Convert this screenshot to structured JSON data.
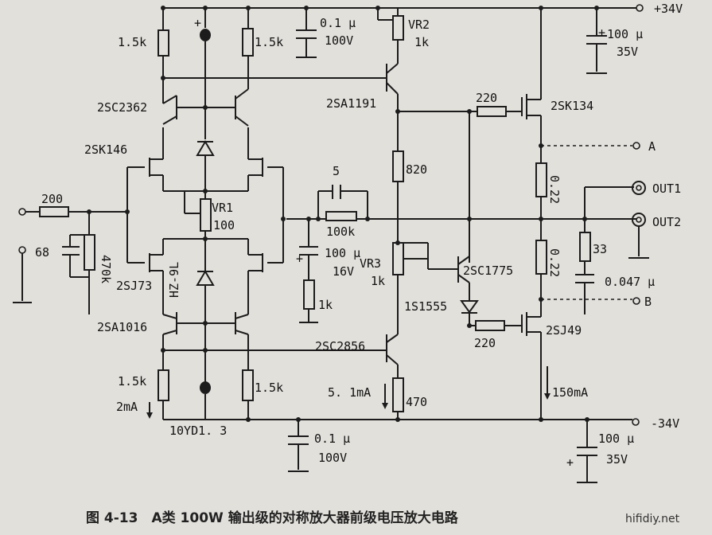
{
  "labels": {
    "supply_pos": "+34V",
    "supply_neg": "-34V",
    "r_top_left": "1.5k",
    "r_top_mid": "1.5k",
    "cap_top_value": "0.1 μ",
    "cap_top_voltage": "100V",
    "vr2_name": "VR2",
    "vr2_value": "1k",
    "cap_top_right_value": "100 μ",
    "cap_top_right_voltage": "35V",
    "q_2sc2362": "2SC2362",
    "q_2sa1191": "2SA1191",
    "r_220_top": "220",
    "q_2sk134": "2SK134",
    "q_2sk146": "2SK146",
    "node_a": "A",
    "r_820": "820",
    "r_022_top": "0.22",
    "out1": "OUT1",
    "cap_5": "5",
    "r_in": "200",
    "vr1_name": "VR1",
    "vr1_value": "100",
    "r_100k": "100k",
    "out2": "OUT2",
    "c_68": "68",
    "r_470k": "470k",
    "cap_mid_value": "100 μ",
    "cap_mid_voltage": "16V",
    "vr3_name": "VR3",
    "vr3_value": "1k",
    "q_2sc1775": "2SC1775",
    "r_022_bot": "0.22",
    "r_33": "33",
    "c_0047": "0.047 μ",
    "q_2sj73": "2SJ73",
    "zener": "HZ-9L",
    "r_1k": "1k",
    "d_1s1555": "1S1555",
    "node_b": "B",
    "q_2sa1016": "2SA1016",
    "q_2sj49": "2SJ49",
    "r_220_bot": "220",
    "q_2sc2856": "2SC2856",
    "r_bot_left": "1.5k",
    "r_bot_mid": "1.5k",
    "i_2ma": "2mA",
    "i_51ma": "5. 1mA",
    "r_470": "470",
    "i_150ma": "150mA",
    "d_10yd": "10YD1. 3",
    "cap_bot_value": "0.1 μ",
    "cap_bot_voltage": "100V",
    "cap_bot_right_value": "100 μ",
    "cap_bot_right_voltage": "35V"
  },
  "caption": "图 4-13　A类 100W 输出级的对称放大器前级电压放大电路",
  "watermark": "hifidiy.net"
}
